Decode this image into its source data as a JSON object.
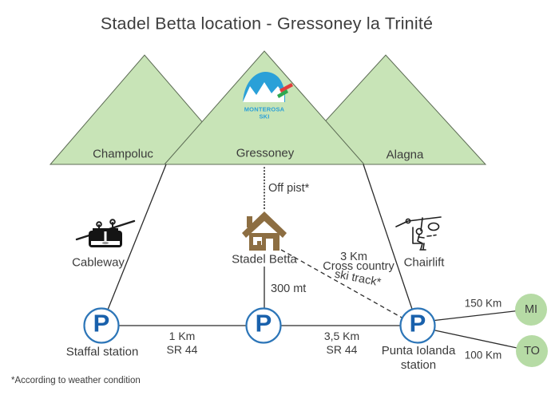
{
  "title": "Stadel Betta location - Gressoney la Trinité",
  "logo": {
    "name": "MONTEROSA",
    "sub": "SKI"
  },
  "mountains": {
    "left": "Champoluc",
    "center": "Gressoney",
    "right": "Alagna"
  },
  "stations": {
    "parking_letter": "P",
    "staffal": "Staffal station",
    "punta": "Punta Iolanda\nstation",
    "stadel_betta": "Stadel Betta",
    "cableway": "Cableway",
    "chairlift": "Chairlift"
  },
  "cities": {
    "milan": "MI",
    "turin": "TO"
  },
  "routes": {
    "off_pist": "Off pist*",
    "house_to_parking": "300 mt",
    "staffal_distance": "1 Km",
    "staffal_road": "SR 44",
    "punta_distance": "3,5 Km",
    "punta_road": "SR 44",
    "cross_distance": "3 Km",
    "cross_name_1": "Cross country",
    "cross_name_2": "ski track*",
    "milan_distance": "150 Km",
    "turin_distance": "100 Km"
  },
  "footnote": "*According to weather condition",
  "colors": {
    "mountain-fill": "#c8e4b7",
    "mountain-stroke": "#5c6b54",
    "line": "#2b2b2b",
    "text": "#3b3b3b",
    "parking-ring": "#2d76b8",
    "parking-letter": "#1961ac",
    "city-fill": "#b6dba5",
    "house-brown": "#8d6e42",
    "logo-blue": "#2aa0d8"
  }
}
